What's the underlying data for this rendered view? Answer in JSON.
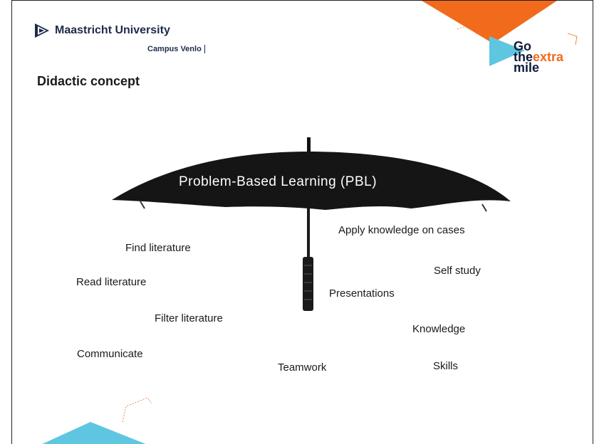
{
  "header": {
    "university": "Maastricht University",
    "campus": "Campus Venlo",
    "title": "Didactic concept"
  },
  "brand": {
    "line1": "Go",
    "line2a": "the",
    "line2b": "extra",
    "line3": "mile",
    "colors": {
      "orange": "#f26a1b",
      "teal": "#5ec6e0",
      "navy": "#1e2a4a"
    }
  },
  "umbrella_label": "Problem-Based Learning (PBL)",
  "keywords": {
    "find_literature": "Find literature",
    "read_literature": "Read literature",
    "filter_literature": "Filter literature",
    "communicate": "Communicate",
    "apply_knowledge": "Apply knowledge on cases",
    "self_study": "Self study",
    "presentations": "Presentations",
    "knowledge": "Knowledge",
    "teamwork": "Teamwork",
    "skills": "Skills"
  }
}
